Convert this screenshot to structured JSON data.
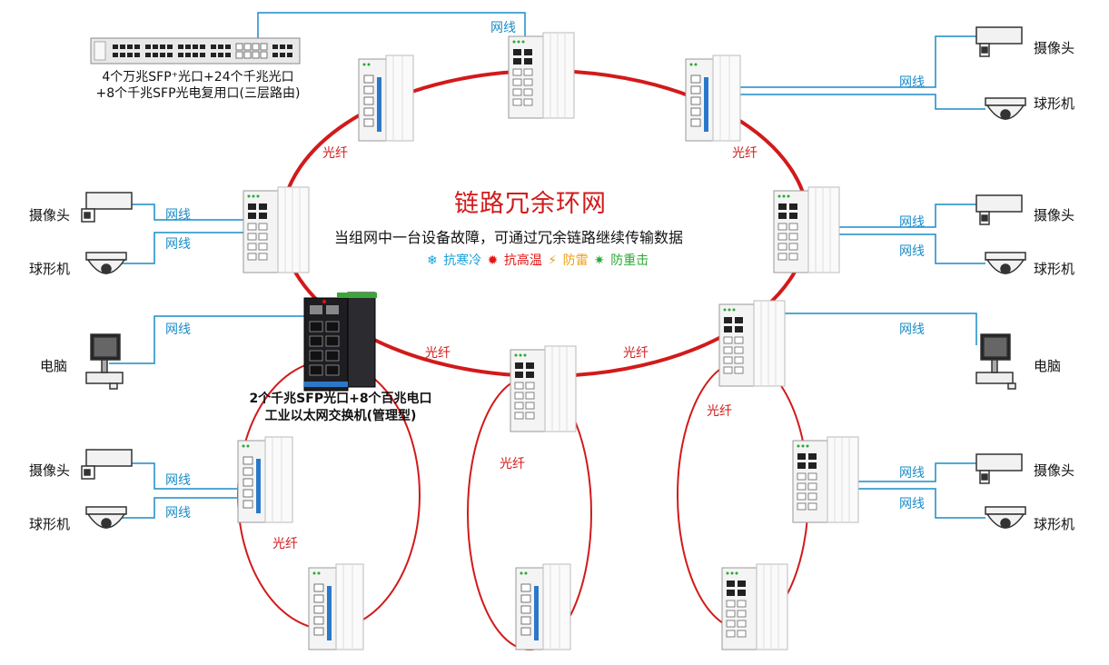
{
  "diagram": {
    "title": "链路冗余环网",
    "subtitle": "当组网中一台设备故障，可通过冗余链路继续传输数据",
    "features": [
      {
        "icon": "snowflake-icon",
        "glyph": "❄",
        "label": "抗寒冷",
        "color": "#1aa0d8"
      },
      {
        "icon": "heat-icon",
        "glyph": "✹",
        "label": "抗高温",
        "color": "#e01515"
      },
      {
        "icon": "lightning-icon",
        "glyph": "⚡",
        "label": "防雷",
        "color": "#f0a010"
      },
      {
        "icon": "surge-icon",
        "glyph": "✷",
        "label": "防重击",
        "color": "#2aa836"
      }
    ],
    "core_switch_caption_line1": "4个万兆SFP⁺光口+24个千兆光口",
    "core_switch_caption_line2": "+8个千兆SFP光电复用口(三层路由)",
    "managed_switch_caption_line1": "2个千兆SFP光口+8个百兆电口",
    "managed_switch_caption_line2": "工业以太网交换机(管理型)",
    "link_labels": {
      "network_cable": "网线",
      "fiber": "光纤"
    },
    "device_labels": {
      "camera": "摄像头",
      "dome_camera": "球形机",
      "computer": "电脑"
    },
    "colors": {
      "fiber": "#d21a1a",
      "cable": "#1a8cc8",
      "title": "#d21a1a"
    }
  }
}
